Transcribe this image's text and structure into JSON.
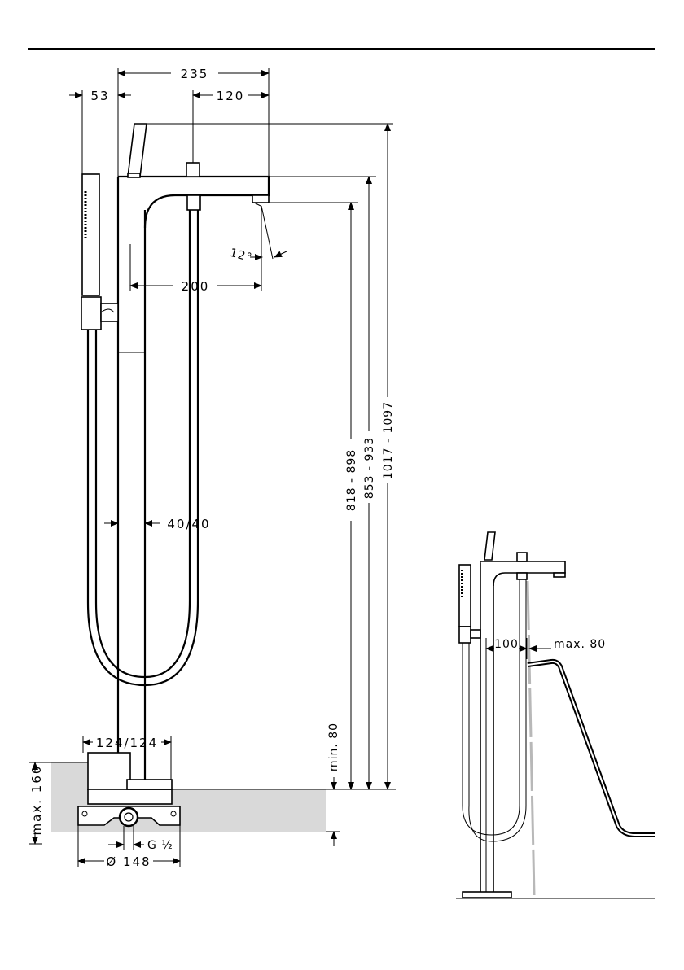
{
  "colors": {
    "line": "#000000",
    "floor": "#d9d9d9",
    "water": "#b8b8b8"
  },
  "dims": {
    "d235": "235",
    "d53": "53",
    "d120": "120",
    "d12": "12°",
    "d200": "200",
    "d40": "40/40",
    "d124": "124/124",
    "dmax160": "max. 160",
    "dmin80": "min. 80",
    "dG": "G ½",
    "d148": "Ø 148",
    "h1": "818 - 898",
    "h2": "853 - 933",
    "h3": "1017 - 1097",
    "d100": "100",
    "dmax80": "max. 80"
  }
}
